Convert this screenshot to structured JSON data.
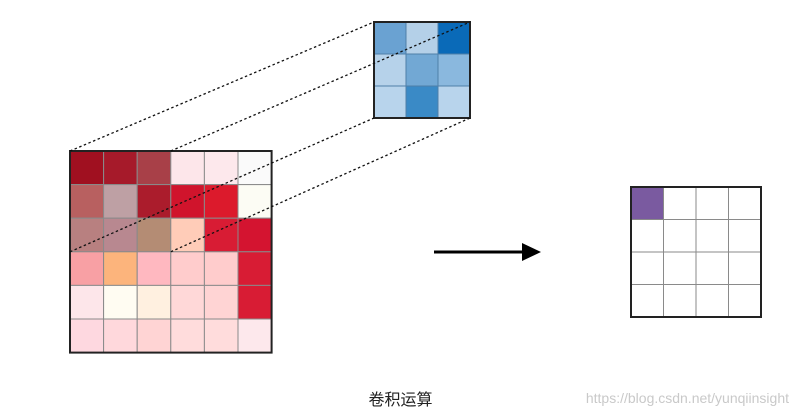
{
  "caption": "卷积运算",
  "watermark": "https://blog.csdn.net/yunqiinsight",
  "input_grid": {
    "rows": 6,
    "cols": 6,
    "colors": [
      [
        "#a01020",
        "#a61a2a",
        "#a84048",
        "#fde6ea",
        "#fde8ec",
        "#fafafa"
      ],
      [
        "#b86060",
        "#bea0a4",
        "#ab1c2c",
        "#d0142c",
        "#dc1a2c",
        "#fcfcf4"
      ],
      [
        "#b88080",
        "#b88890",
        "#b48c74",
        "#ffccb8",
        "#d81c34",
        "#d41430"
      ],
      [
        "#f8a0a4",
        "#fcb47c",
        "#ffb8c0",
        "#ffcccc",
        "#ffcccc",
        "#d81c34"
      ],
      [
        "#fde6ea",
        "#fffcf2",
        "#fff0e0",
        "#ffd8d8",
        "#ffd4d4",
        "#d81c34"
      ],
      [
        "#fed8e0",
        "#ffd8dc",
        "#ffd4d4",
        "#ffdcdc",
        "#ffdcdc",
        "#fde8ec"
      ]
    ]
  },
  "kernel": {
    "rows": 3,
    "cols": 3,
    "colors": [
      [
        "#6aa2d2",
        "#b4d0e8",
        "#0a6ab8"
      ],
      [
        "#b6d2ea",
        "#72a8d4",
        "#8ab8de"
      ],
      [
        "#b8d4ec",
        "#3a8ac6",
        "#b8d4ec"
      ]
    ]
  },
  "output_grid": {
    "rows": 4,
    "cols": 4,
    "filled_color": "#7a5aa0",
    "filled_cells": [
      [
        0,
        0
      ]
    ]
  },
  "colors": {
    "border": "#222222",
    "cell_line": "#8a8a8a",
    "arrow": "#000000"
  }
}
